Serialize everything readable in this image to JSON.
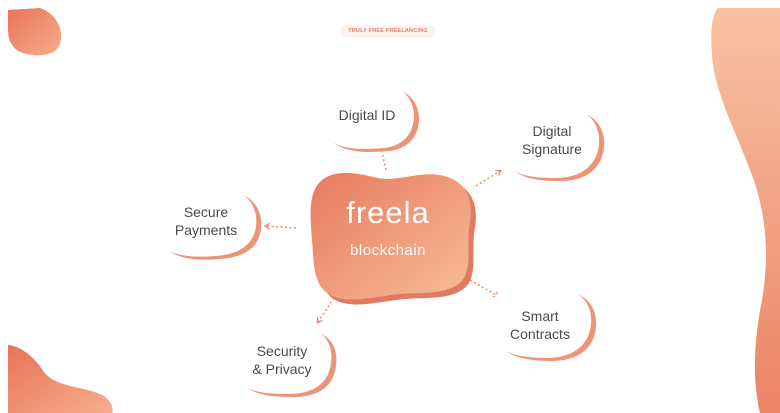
{
  "badge": "TRULY FREE FREELANCING",
  "center": {
    "title": "freela",
    "subtitle": "blockchain"
  },
  "nodes": [
    {
      "id": "digital-id",
      "label": "Digital ID"
    },
    {
      "id": "digital-signature",
      "label": "Digital\nSignature"
    },
    {
      "id": "secure-payments",
      "label": "Secure\nPayments"
    },
    {
      "id": "smart-contracts",
      "label": "Smart\nContracts"
    },
    {
      "id": "security-privacy",
      "label": "Security\n& Privacy"
    }
  ],
  "edges": [
    {
      "from": "center",
      "to": "digital-id"
    },
    {
      "from": "center",
      "to": "digital-signature"
    },
    {
      "from": "center",
      "to": "secure-payments"
    },
    {
      "from": "center",
      "to": "smart-contracts"
    },
    {
      "from": "center",
      "to": "security-privacy"
    }
  ],
  "colors": {
    "accent_dark": "#e98468",
    "accent_light": "#f8b796",
    "node_fill": "#ffffff",
    "node_shadow": "#f0a085",
    "text": "#4a4a4a"
  }
}
